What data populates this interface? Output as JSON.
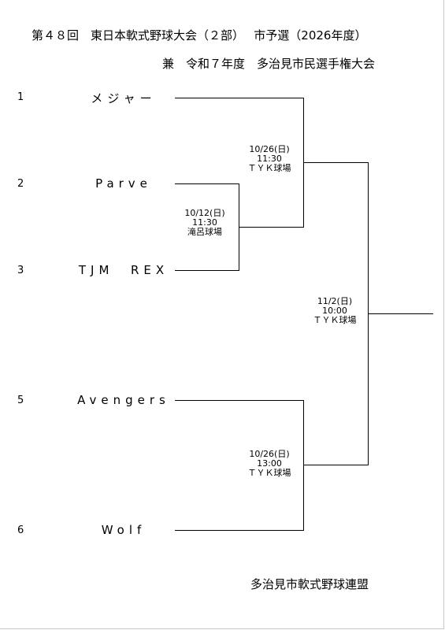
{
  "title": {
    "line1": "第４８回　東日本軟式野球大会（２部）　 市予選（2026年度）",
    "line2": "兼　令和７年度　多治見市民選手権大会"
  },
  "teams": [
    {
      "seed": "1",
      "name": "メジャー"
    },
    {
      "seed": "2",
      "name": "Parve"
    },
    {
      "seed": "3",
      "name": "TJM  REX"
    },
    {
      "seed": "5",
      "name": "Avengers"
    },
    {
      "seed": "6",
      "name": "Wolf"
    }
  ],
  "matches": {
    "m_2v3": {
      "date": "10/12(日)",
      "time": "11:30",
      "venue": "滝呂球場"
    },
    "m_semi_top": {
      "date": "10/26(日)",
      "time": "11:30",
      "venue": "ＴＹＫ球場"
    },
    "m_semi_bottom": {
      "date": "10/26(日)",
      "time": "13:00",
      "venue": "ＴＹＫ球場"
    },
    "m_final": {
      "date": "11/2(日)",
      "time": "10:00",
      "venue": "ＴＹＫ球場"
    }
  },
  "footer": "多治見市軟式野球連盟"
}
